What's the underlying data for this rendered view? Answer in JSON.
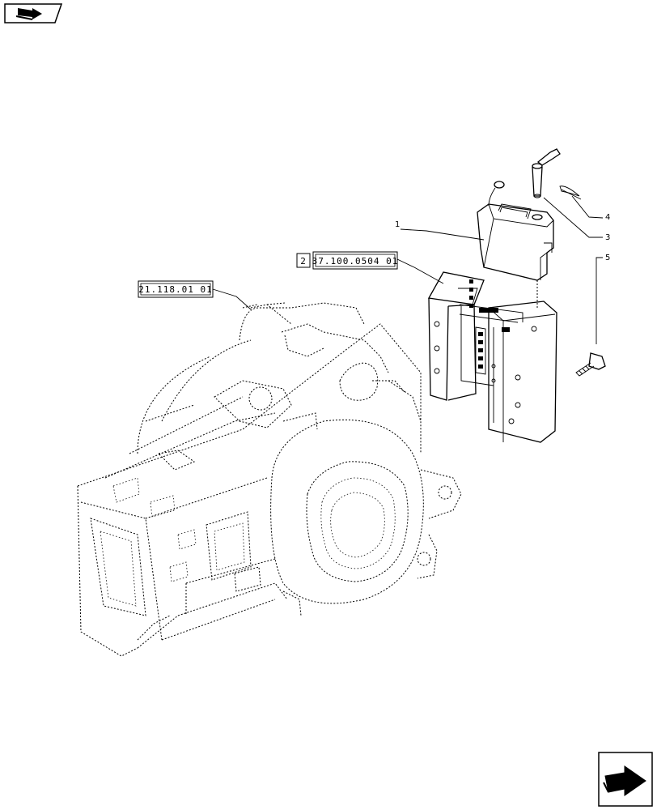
{
  "references": {
    "transmission_ref": "21.118.01 01",
    "drawbar_ref_index": "2",
    "drawbar_ref": "37.100.0504 01"
  },
  "callouts": [
    "1",
    "3",
    "4",
    "5"
  ],
  "icons": {
    "top_left": "catalog-navigation-icon",
    "bottom_right": "next-page-arrow-icon"
  }
}
